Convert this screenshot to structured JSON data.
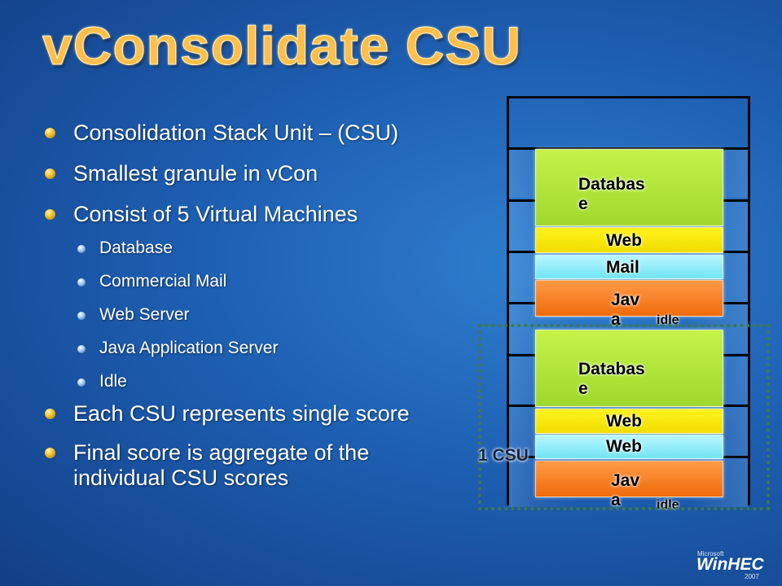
{
  "slide": {
    "title": "vConsolidate  CSU",
    "bullets": [
      {
        "level": 1,
        "text": "Consolidation Stack Unit – (CSU)"
      },
      {
        "level": 1,
        "text": "Smallest granule in vCon"
      },
      {
        "level": 1,
        "text": "Consist of 5 Virtual Machines"
      },
      {
        "level": 2,
        "text": "Database"
      },
      {
        "level": 2,
        "text": "Commercial Mail"
      },
      {
        "level": 2,
        "text": "Web Server"
      },
      {
        "level": 2,
        "text": "Java Application Server"
      },
      {
        "level": 2,
        "text": "Idle"
      },
      {
        "level": 1,
        "text": "Each CSU represents single score"
      },
      {
        "level": 1,
        "text": "Final score is aggregate of the individual CSU scores"
      }
    ]
  },
  "diagram": {
    "upper_stack": {
      "database": "Databas\ne",
      "web": "Web",
      "mail": "Mail",
      "java": "Jav\na",
      "idle": "idle"
    },
    "lower_stack": {
      "database": "Databas\ne",
      "web": "Web",
      "web2": "Web",
      "java": "Jav\na",
      "idle": "idle"
    },
    "csu_label": "1 CSU"
  },
  "colors": {
    "database": "#b4e63c",
    "web": "#fbe70f",
    "mail": "#8deefa",
    "java": "#f98030",
    "title": "#ffbf4a",
    "background": "#1e5fb2"
  },
  "logo": {
    "brand": "Microsoft",
    "name": "WinHEC",
    "year": "2007"
  }
}
